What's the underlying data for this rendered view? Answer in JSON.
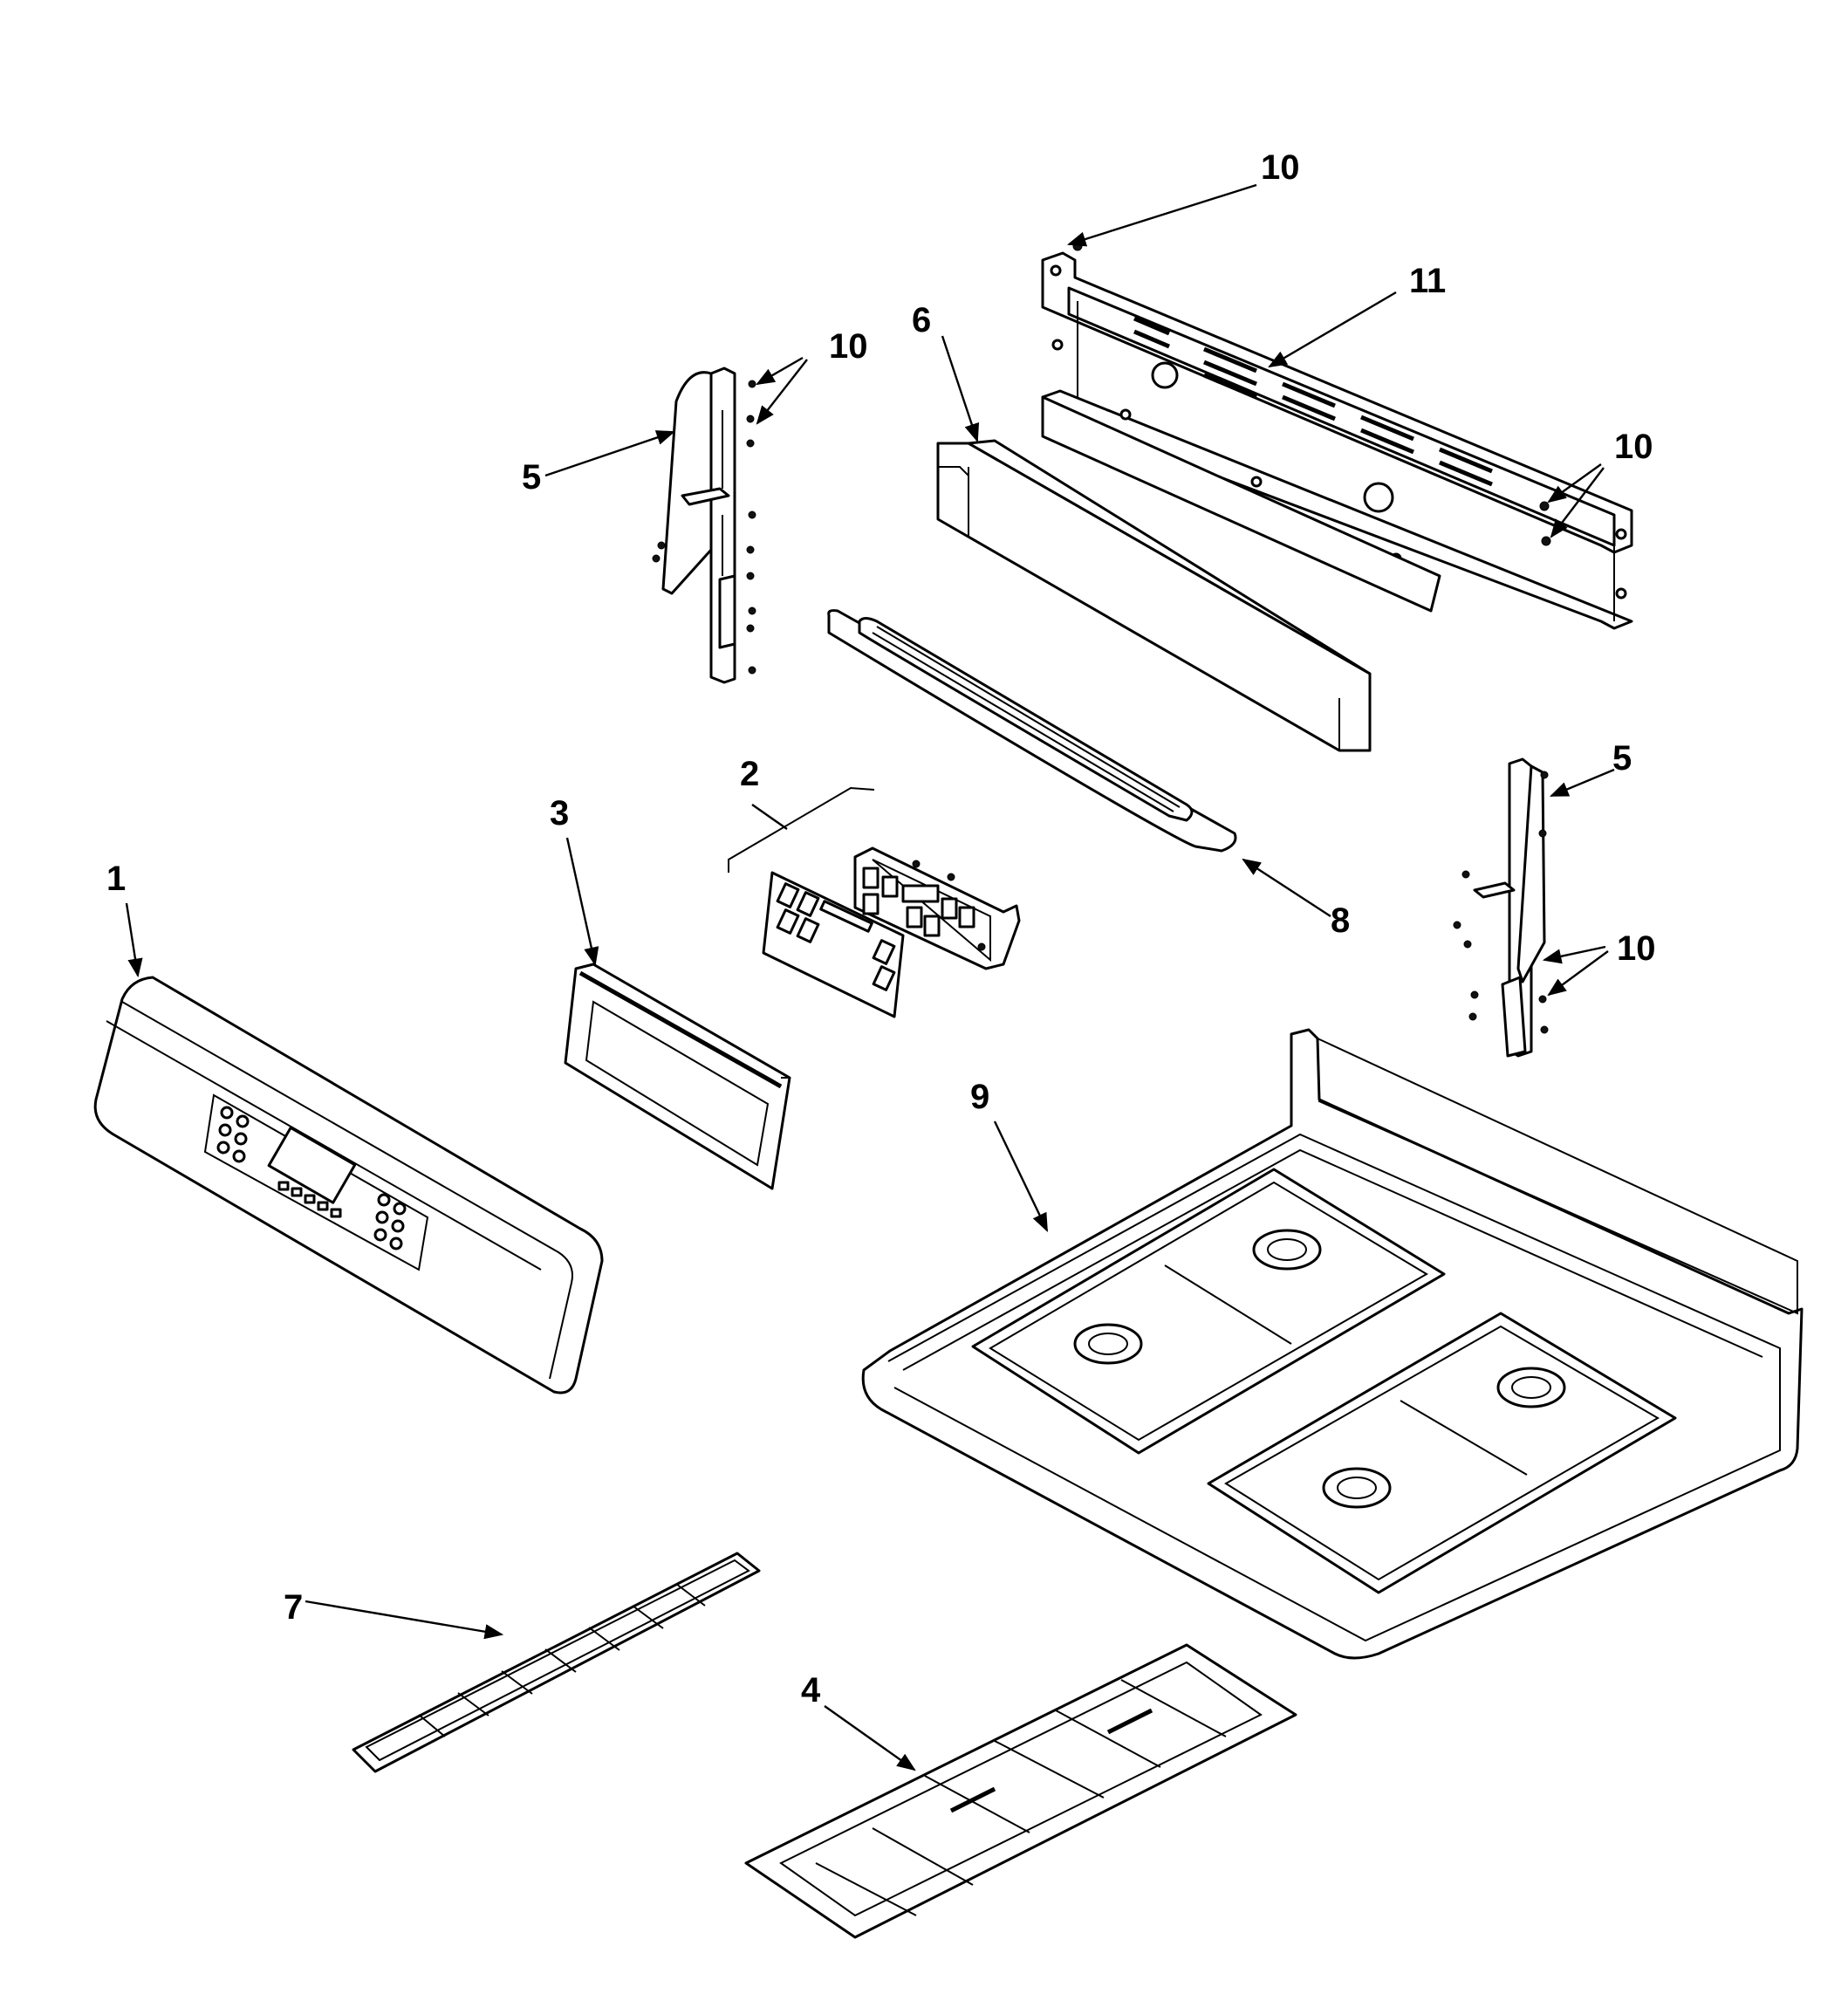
{
  "callouts": {
    "c1": "1",
    "c2": "2",
    "c3": "3",
    "c4": "4",
    "c5a": "5",
    "c5b": "5",
    "c6": "6",
    "c7": "7",
    "c8": "8",
    "c9": "9",
    "c10a": "10",
    "c10b": "10",
    "c10c": "10",
    "c10d": "10",
    "c11": "11"
  }
}
